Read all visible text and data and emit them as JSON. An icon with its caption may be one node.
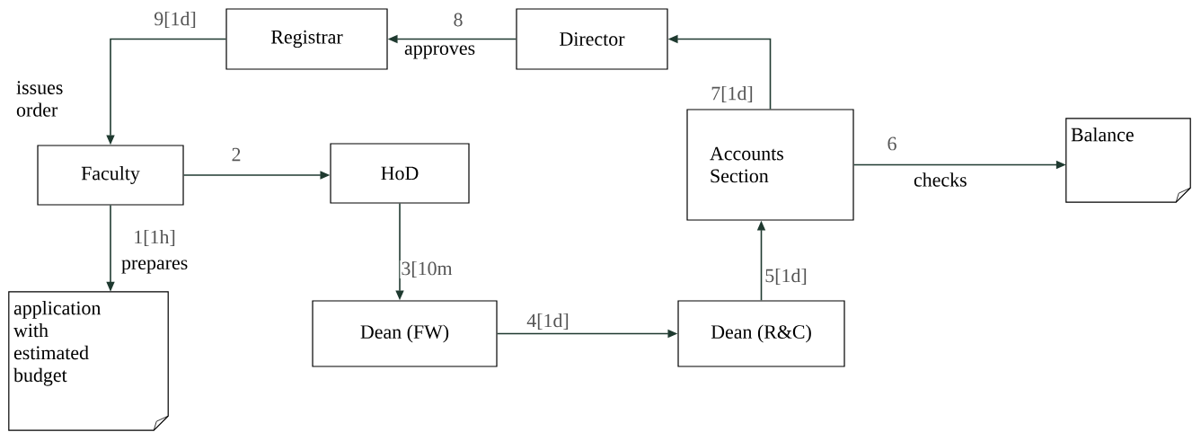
{
  "diagram": {
    "nodes": [
      {
        "text": [
          "Registrar"
        ]
      },
      {
        "text": [
          "Director"
        ]
      },
      {
        "text": [
          "Faculty"
        ]
      },
      {
        "text": [
          "HoD"
        ]
      },
      {
        "text": [
          "Accounts Section"
        ]
      },
      {
        "text": [
          "Balance"
        ]
      },
      {
        "text": [
          "application with estimated budget"
        ]
      },
      {
        "text": [
          "Dean (FW)"
        ]
      },
      {
        "text": [
          "Dean (R&C)"
        ]
      }
    ],
    "edges": [
      {
        "from": 2,
        "to": 6,
        "arrow": "to",
        "label": "1[1h]"
      },
      {
        "from": 2,
        "to": 3,
        "arrow": "to",
        "label": "2"
      },
      {
        "from": 3,
        "to": 7,
        "arrow": "to",
        "label": "3[10m"
      },
      {
        "from": 7,
        "to": 8,
        "arrow": "to",
        "label": "4[1d]"
      },
      {
        "from": 8,
        "to": 4,
        "arrow": "to",
        "label": "5[1d]"
      },
      {
        "from": 4,
        "to": 5,
        "arrow": "to",
        "label": "6"
      },
      {
        "from": 4,
        "to": 1,
        "arrow": "to",
        "label": "7[1d]"
      },
      {
        "from": 1,
        "to": 0,
        "arrow": "to",
        "label": "8"
      },
      {
        "from": 0,
        "to": 2,
        "arrow": "to",
        "label": "9[1d]"
      }
    ],
    "labels": [
      "issues order",
      "approves",
      "checks",
      "prepares"
    ]
  }
}
